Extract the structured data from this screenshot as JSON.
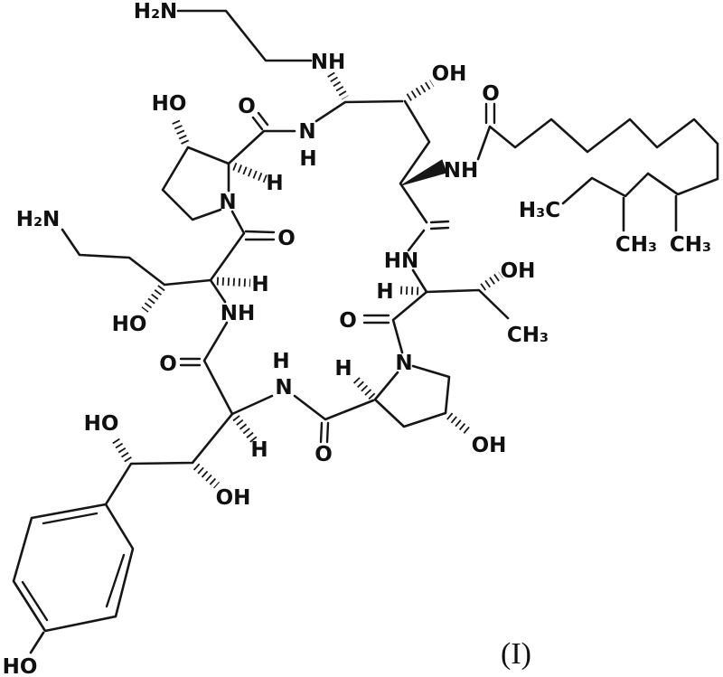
{
  "molecule": {
    "formula_label": "(I)",
    "atom_labels": {
      "h2n_top": "H₂N",
      "nh_ethylenediamine": "NH",
      "ho_proline1": "HO",
      "o_proline1_amide": "O",
      "n_amide_top": "N",
      "h_amide_top": "H",
      "oh_chain_top": "OH",
      "o_fatty": "O",
      "nh_fatty": "NH",
      "h_proline1": "H",
      "n_proline1": "N",
      "h2n_ornithine": "H₂N",
      "o_proline1_acyl": "O",
      "h3c_chain_end": "H₃C",
      "ch3_branch_left": "CH₃",
      "ch3_branch_right": "CH₃",
      "h_ornithine": "H",
      "nh_ornithine": "NH",
      "ho_ornithine": "HO",
      "o_ornithine_acyl": "O",
      "oh_threonine": "OH",
      "hn_threonine": "HN",
      "h_threonine": "H",
      "o_threonine_acyl": "O",
      "ch3_threonine": "CH₃",
      "n_proline2": "N",
      "h_proline2": "H",
      "h_amide_lower": "H",
      "n_amide_lower": "N",
      "o_proline2_amide": "O",
      "oh_proline2": "OH",
      "h_homotyrosine": "H",
      "oh_homotyrosine": "OH",
      "ho_benzylic": "HO",
      "ho_phenol": "HO"
    }
  }
}
